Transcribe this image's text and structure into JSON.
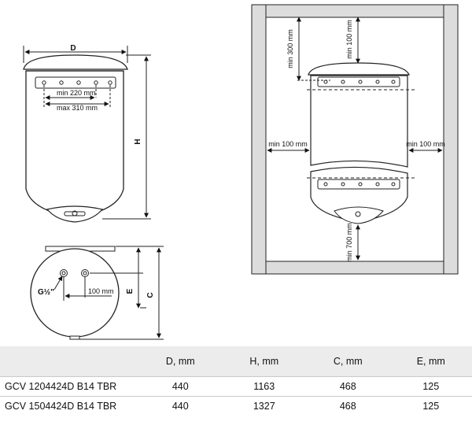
{
  "front_view": {
    "label_D": "D",
    "label_H": "H",
    "min_spacing": "min 220 mm",
    "max_spacing": "max 310 mm"
  },
  "bottom_view": {
    "label_C": "C",
    "label_E": "E",
    "pipe_label": "G½\"",
    "pipe_spacing": "100 mm"
  },
  "installation_view": {
    "min_top_300": "min 300 mm",
    "min_top_100": "min 100 mm",
    "min_left": "min 100 mm",
    "min_right": "min 100 mm",
    "min_bottom": "min 700 mm"
  },
  "spec_table": {
    "headers": [
      "",
      "D, mm",
      "H, mm",
      "C, mm",
      "E, mm"
    ],
    "rows": [
      {
        "model": "GCV 1204424D B14 TBR",
        "D": "440",
        "H": "1163",
        "C": "468",
        "E": "125"
      },
      {
        "model": "GCV 1504424D B14 TBR",
        "D": "440",
        "H": "1327",
        "C": "468",
        "E": "125"
      }
    ]
  },
  "colors": {
    "room_fill": "#dcdcdc",
    "line": "#222222",
    "header_fill": "#ececec"
  }
}
